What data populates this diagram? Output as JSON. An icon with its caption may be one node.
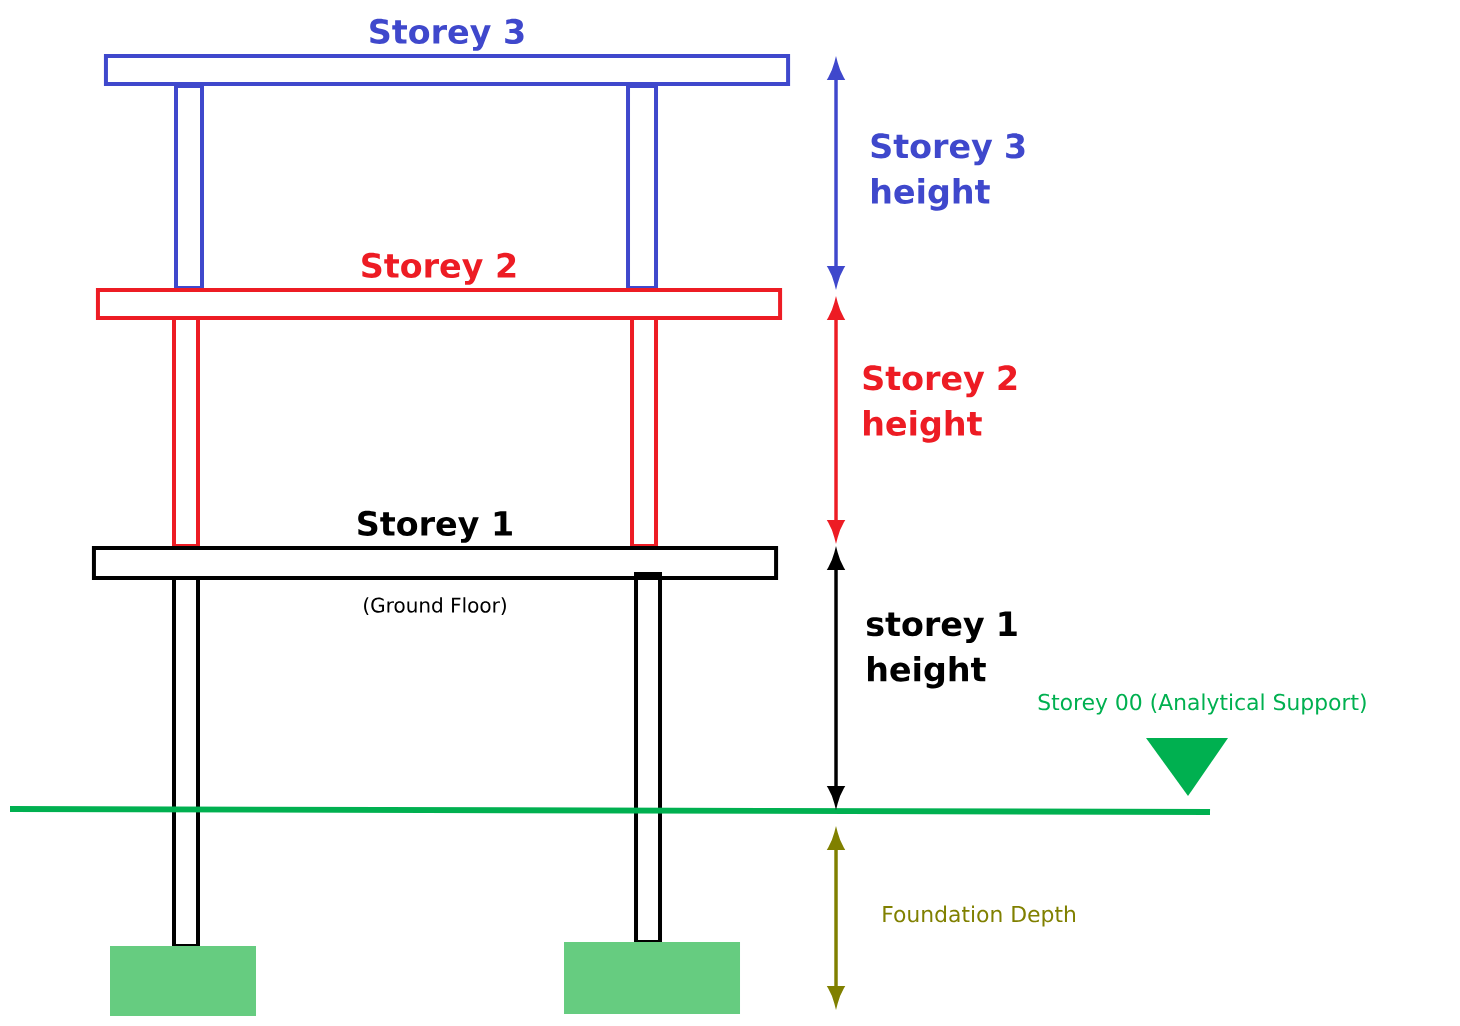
{
  "diagram": {
    "nodes": [
      {
        "text": [
          "Storey 3"
        ]
      },
      {
        "text": [
          "Storey 2"
        ]
      },
      {
        "text": [
          "Storey 1",
          "(Ground Floor)"
        ]
      }
    ],
    "labels": [
      "Storey 3 height",
      "Storey 2 height",
      "storey 1 height",
      "Storey 00 (Analytical Support)",
      "Foundation Depth"
    ]
  }
}
